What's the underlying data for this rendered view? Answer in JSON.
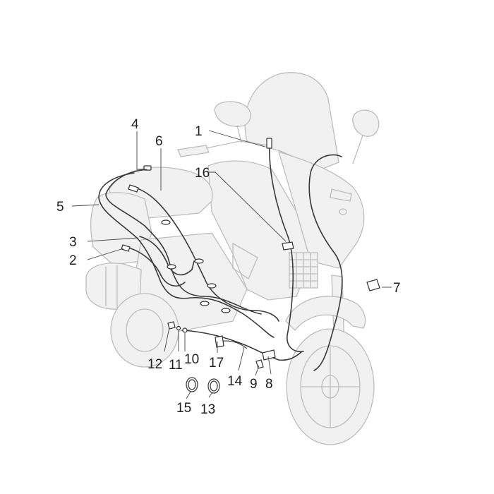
{
  "callouts": [
    {
      "id": "1",
      "label": "1"
    },
    {
      "id": "2",
      "label": "2"
    },
    {
      "id": "3",
      "label": "3"
    },
    {
      "id": "4",
      "label": "4"
    },
    {
      "id": "5",
      "label": "5"
    },
    {
      "id": "6",
      "label": "6"
    },
    {
      "id": "7",
      "label": "7"
    },
    {
      "id": "8",
      "label": "8"
    },
    {
      "id": "9",
      "label": "9"
    },
    {
      "id": "10",
      "label": "10"
    },
    {
      "id": "11",
      "label": "11"
    },
    {
      "id": "12",
      "label": "12"
    },
    {
      "id": "13",
      "label": "13"
    },
    {
      "id": "14",
      "label": "14"
    },
    {
      "id": "15",
      "label": "15"
    },
    {
      "id": "16",
      "label": "16"
    },
    {
      "id": "17",
      "label": "17"
    }
  ],
  "colors": {
    "background": "#ffffff",
    "ghost_fill": "#f1f1f1",
    "ghost_stroke": "#bdbdbd",
    "cable": "#3a3a3a"
  }
}
